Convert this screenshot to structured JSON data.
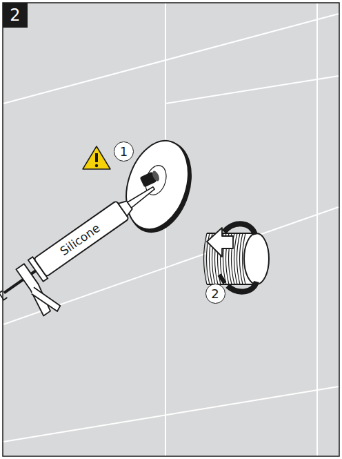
{
  "diagram": {
    "nodes": [
      {
        "text": [
          "2"
        ]
      },
      {
        "text": [
          "1"
        ]
      },
      {
        "text": [
          "2"
        ]
      }
    ],
    "labels": [
      "Silicone"
    ]
  }
}
